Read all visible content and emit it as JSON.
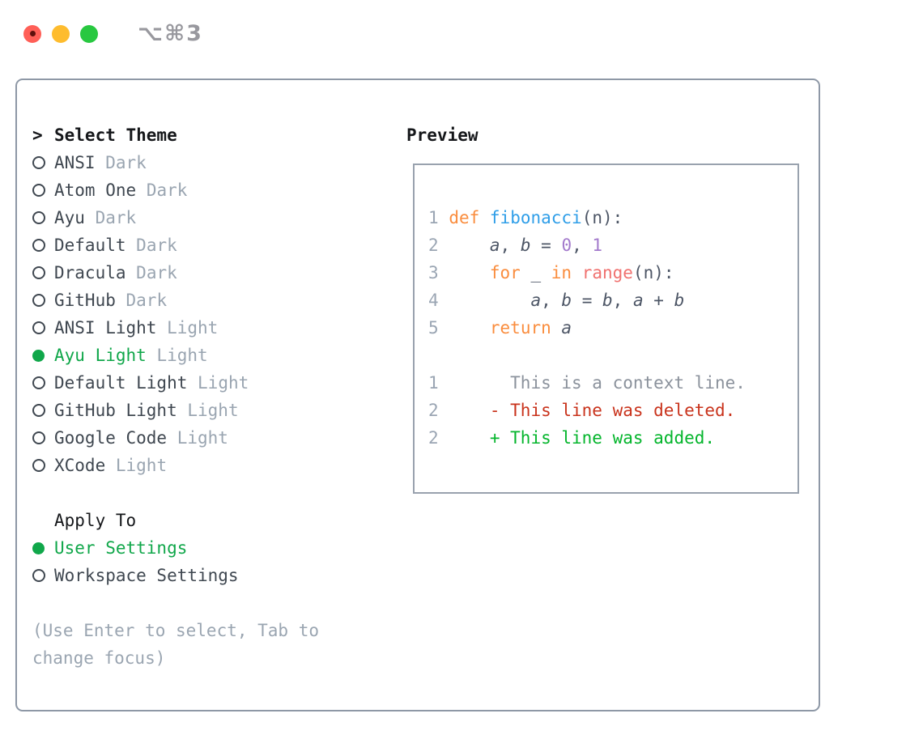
{
  "window": {
    "title": "⌥⌘3"
  },
  "theme_panel": {
    "focus_indicator": ">",
    "header": "Select Theme",
    "themes": [
      {
        "name": "ANSI",
        "variant": "Dark",
        "selected": false
      },
      {
        "name": "Atom One",
        "variant": "Dark",
        "selected": false
      },
      {
        "name": "Ayu",
        "variant": "Dark",
        "selected": false
      },
      {
        "name": "Default",
        "variant": "Dark",
        "selected": false
      },
      {
        "name": "Dracula",
        "variant": "Dark",
        "selected": false
      },
      {
        "name": "GitHub",
        "variant": "Dark",
        "selected": false
      },
      {
        "name": "ANSI Light",
        "variant": "Light",
        "selected": false
      },
      {
        "name": "Ayu Light",
        "variant": "Light",
        "selected": true
      },
      {
        "name": "Default Light",
        "variant": "Light",
        "selected": false
      },
      {
        "name": "GitHub Light",
        "variant": "Light",
        "selected": false
      },
      {
        "name": "Google Code",
        "variant": "Light",
        "selected": false
      },
      {
        "name": "XCode",
        "variant": "Light",
        "selected": false
      }
    ],
    "apply_to": {
      "label": "Apply To",
      "options": [
        {
          "label": "User Settings",
          "selected": true
        },
        {
          "label": "Workspace Settings",
          "selected": false
        }
      ]
    },
    "help_text": "(Use Enter to select, Tab to change focus)"
  },
  "preview": {
    "label": "Preview",
    "code_lines": [
      {
        "num": "1",
        "tokens": [
          {
            "t": "def",
            "c": "kw"
          },
          {
            "t": " "
          },
          {
            "t": "fibonacci",
            "c": "fn"
          },
          {
            "t": "(n):"
          }
        ]
      },
      {
        "num": "2",
        "tokens": [
          {
            "t": "    "
          },
          {
            "t": "a",
            "c": "var"
          },
          {
            "t": ", "
          },
          {
            "t": "b",
            "c": "var"
          },
          {
            "t": " = "
          },
          {
            "t": "0",
            "c": "num"
          },
          {
            "t": ", "
          },
          {
            "t": "1",
            "c": "num"
          }
        ]
      },
      {
        "num": "3",
        "tokens": [
          {
            "t": "    "
          },
          {
            "t": "for",
            "c": "kw"
          },
          {
            "t": " _ "
          },
          {
            "t": "in",
            "c": "kw"
          },
          {
            "t": " "
          },
          {
            "t": "range",
            "c": "bi"
          },
          {
            "t": "(n):"
          }
        ]
      },
      {
        "num": "4",
        "tokens": [
          {
            "t": "        "
          },
          {
            "t": "a",
            "c": "var"
          },
          {
            "t": ", "
          },
          {
            "t": "b",
            "c": "var"
          },
          {
            "t": " = "
          },
          {
            "t": "b",
            "c": "var"
          },
          {
            "t": ", "
          },
          {
            "t": "a",
            "c": "var"
          },
          {
            "t": " + "
          },
          {
            "t": "b",
            "c": "var"
          }
        ]
      },
      {
        "num": "5",
        "tokens": [
          {
            "t": "    "
          },
          {
            "t": "return",
            "c": "kw"
          },
          {
            "t": " "
          },
          {
            "t": "a",
            "c": "var"
          }
        ]
      }
    ],
    "diff_lines": [
      {
        "num": "1",
        "marker": "",
        "text": "This is a context line.",
        "kind": "context"
      },
      {
        "num": "2",
        "marker": "-",
        "text": "This line was deleted.",
        "kind": "deleted"
      },
      {
        "num": "2",
        "marker": "+",
        "text": "This line was added.",
        "kind": "added"
      }
    ]
  },
  "colors": {
    "keyword": "#fa8d3e",
    "function": "#2f9ee8",
    "builtin": "#f0716f",
    "number": "#a37acc",
    "plain": "#4d5666",
    "line_number": "#9aa5b3",
    "context": "#8b929c",
    "deleted": "#c9331c",
    "added": "#04b52c",
    "green": "#10a74a",
    "item_dark": "#3f4750",
    "muted_gray": "#9aa5b1",
    "header_black": "#15171a",
    "panel_border": "#8e98a6",
    "preview_border": "#99a2ae",
    "title_gray": "#98989e",
    "tl_red": "#ff5f57",
    "tl_red_dot": "#5e100c",
    "tl_yellow": "#febc2e",
    "tl_green": "#28c840"
  }
}
